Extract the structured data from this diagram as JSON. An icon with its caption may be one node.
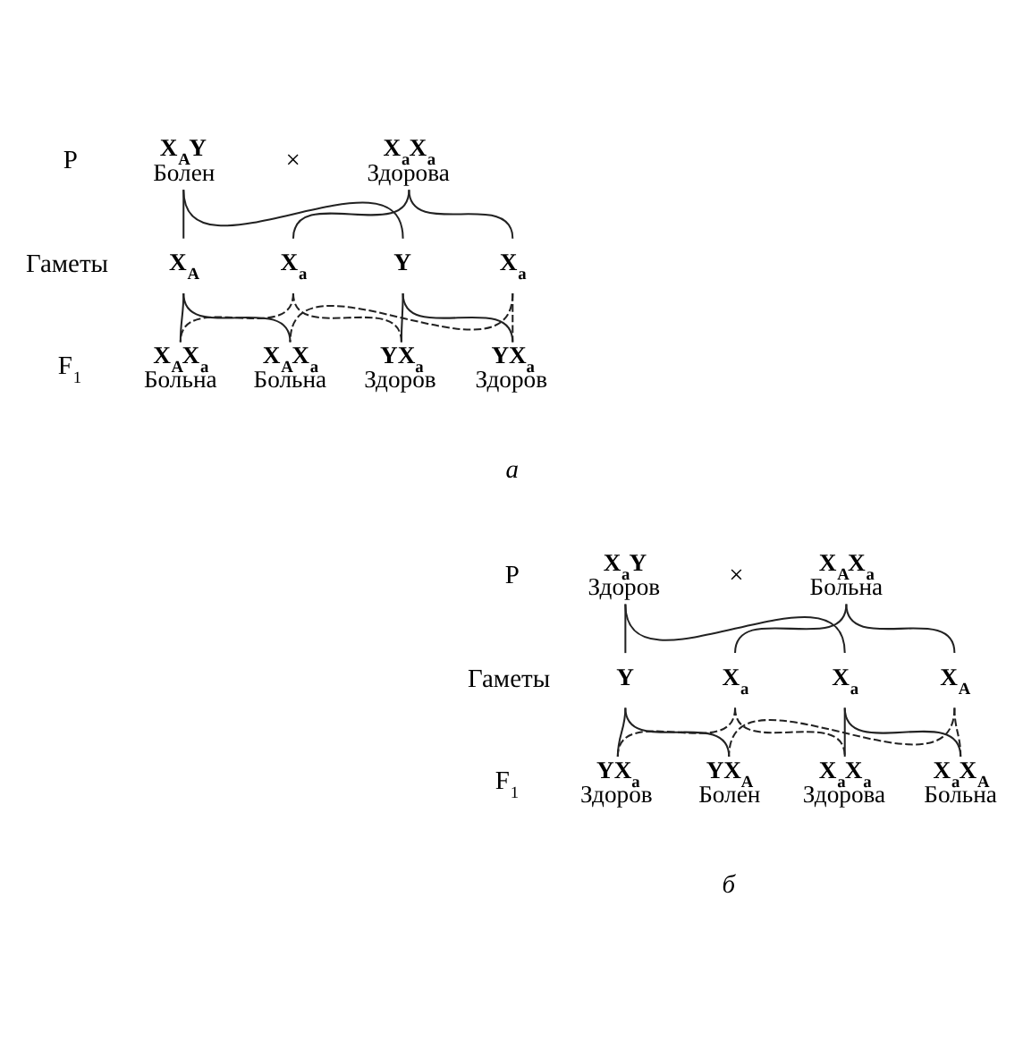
{
  "diagram": {
    "nodes": [
      {
        "text": [
          "X$_{A}$Y",
          "Болен"
        ]
      },
      {
        "text": [
          "X$_{a}$X$_{a}$",
          "Здорова"
        ]
      },
      {
        "text": [
          "X$_{A}$"
        ]
      },
      {
        "text": [
          "Y"
        ]
      },
      {
        "text": [
          "X$_{a}$"
        ]
      },
      {
        "text": [
          "X$_{a}$"
        ]
      },
      {
        "text": [
          "X$_{A}$X$_{a}$",
          "Больна"
        ]
      },
      {
        "text": [
          "YX$_{a}$",
          "Здоров"
        ]
      },
      {
        "text": [
          "X$_{A}$X$_{a}$",
          "Больна"
        ]
      },
      {
        "text": [
          "YX$_{a}$",
          "Здоров"
        ]
      },
      {
        "text": [
          "X$_{a}$Y",
          "Здоров"
        ]
      },
      {
        "text": [
          "X$_{A}$X$_{a}$",
          "Больна"
        ]
      },
      {
        "text": [
          "X$_{a}$"
        ]
      },
      {
        "text": [
          "Y"
        ]
      },
      {
        "text": [
          "X$_{A}$"
        ]
      },
      {
        "text": [
          "X$_{a}$"
        ]
      },
      {
        "text": [
          "X$_{a}$X$_{A}$",
          "Больна"
        ]
      },
      {
        "text": [
          "YX$_{A}$",
          "Болен"
        ]
      },
      {
        "text": [
          "X$_{a}$X$_{a}$",
          "Здорова"
        ]
      },
      {
        "text": [
          "YX$_{a}$",
          "Здоров"
        ]
      }
    ],
    "edges": [
      {
        "from": 0,
        "to": 2,
        "arrow": "none"
      },
      {
        "from": 0,
        "to": 3,
        "arrow": "none"
      },
      {
        "from": 1,
        "to": 4,
        "arrow": "none"
      },
      {
        "from": 1,
        "to": 5,
        "arrow": "none"
      },
      {
        "from": 2,
        "to": 6,
        "arrow": "none"
      },
      {
        "from": 2,
        "to": 8,
        "arrow": "none"
      },
      {
        "from": 3,
        "to": 7,
        "arrow": "none"
      },
      {
        "from": 3,
        "to": 9,
        "arrow": "none"
      },
      {
        "from": 4,
        "to": 6,
        "arrow": "none",
        "style": "dashed"
      },
      {
        "from": 4,
        "to": 7,
        "arrow": "none",
        "style": "dashed"
      },
      {
        "from": 5,
        "to": 8,
        "arrow": "none",
        "style": "dashed"
      },
      {
        "from": 5,
        "to": 9,
        "arrow": "none",
        "style": "dashed"
      },
      {
        "from": 10,
        "to": 12,
        "arrow": "none"
      },
      {
        "from": 10,
        "to": 13,
        "arrow": "none"
      },
      {
        "from": 11,
        "to": 14,
        "arrow": "none"
      },
      {
        "from": 11,
        "to": 15,
        "arrow": "none"
      },
      {
        "from": 12,
        "to": 16,
        "arrow": "none"
      },
      {
        "from": 12,
        "to": 18,
        "arrow": "none"
      },
      {
        "from": 13,
        "to": 17,
        "arrow": "none"
      },
      {
        "from": 13,
        "to": 19,
        "arrow": "none"
      },
      {
        "from": 14,
        "to": 16,
        "arrow": "none",
        "style": "dashed"
      },
      {
        "from": 14,
        "to": 17,
        "arrow": "none",
        "style": "dashed"
      },
      {
        "from": 15,
        "to": 18,
        "arrow": "none",
        "style": "dashed"
      },
      {
        "from": 15,
        "to": 19,
        "arrow": "none",
        "style": "dashed"
      }
    ],
    "labels": [
      "P",
      "×",
      "Гаметы",
      "F$_{1}$",
      "а",
      "P",
      "×",
      "Гаметы",
      "F$_{1}$",
      "б"
    ]
  }
}
